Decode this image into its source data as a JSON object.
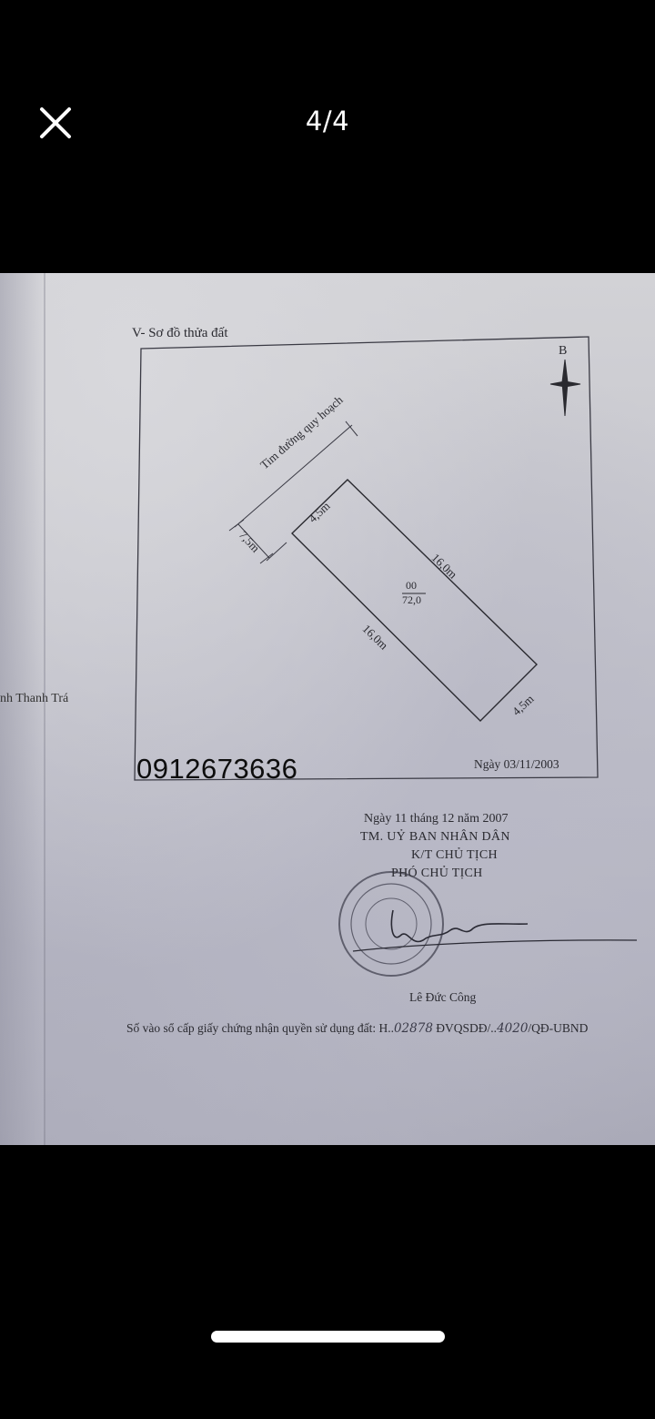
{
  "viewer": {
    "close_icon": "close-icon",
    "page_counter": "4/4"
  },
  "document": {
    "section_title": "V- Sơ đồ thửa đất",
    "north_label": "B",
    "road_label": "Tim đường quy hoạch",
    "road_offset": "7,5m",
    "plot": {
      "parcel_number": "00",
      "area": "72,0",
      "edges": {
        "top": "4,5m",
        "right": "16,0m",
        "left": "16,0m",
        "bottom": "4,5m"
      }
    },
    "left_margin_text": "nh Thanh Trá",
    "phone_overlay": "0912673636",
    "plot_date": "Ngày 03/11/2003",
    "signature_block": {
      "date_line": "Ngày 11 tháng 12 năm 2007",
      "org": "TM. UỶ BAN NHÂN DÂN",
      "kt": "K/T CHỦ TỊCH",
      "title": "PHÓ CHỦ TỊCH",
      "signer": "Lê Đức Công"
    },
    "registration": {
      "prefix": "Số vào sổ cấp giấy chứng nhận quyền sử dụng đất: H..",
      "number": "02878",
      "mid": " ĐVQSDĐ/..",
      "decision": "4020",
      "suffix": "/QĐ-UBND"
    }
  }
}
